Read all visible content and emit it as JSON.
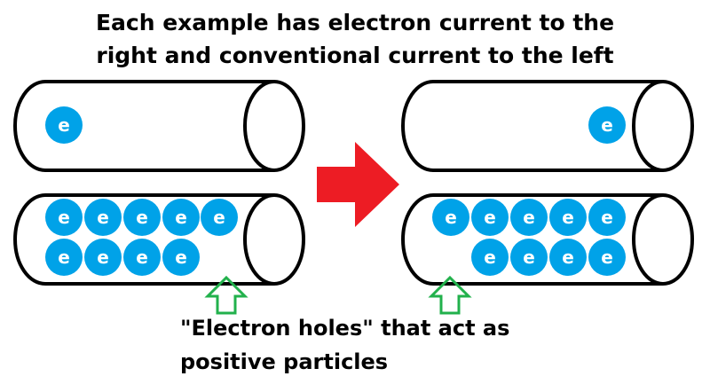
{
  "title": {
    "line1": "Each example has electron current to the",
    "line2": "right and conventional current to the left"
  },
  "caption": {
    "line1": "\"Electron holes\" that act as",
    "line2": "positive particles"
  },
  "electron_label": "e",
  "colors": {
    "electron": "#00a2e8",
    "arrow": "#ed1c24",
    "hole_arrow": "#22b14c",
    "outline": "#000000"
  },
  "example_top": {
    "before_slots": [
      1
    ],
    "after_slots": [
      5
    ]
  },
  "example_bottom": {
    "before_row1": [
      1,
      2,
      3,
      4,
      5
    ],
    "before_row2": [
      1,
      2,
      3,
      4
    ],
    "after_row1": [
      1,
      2,
      3,
      4,
      5
    ],
    "after_row2": [
      2,
      3,
      4,
      5
    ]
  }
}
